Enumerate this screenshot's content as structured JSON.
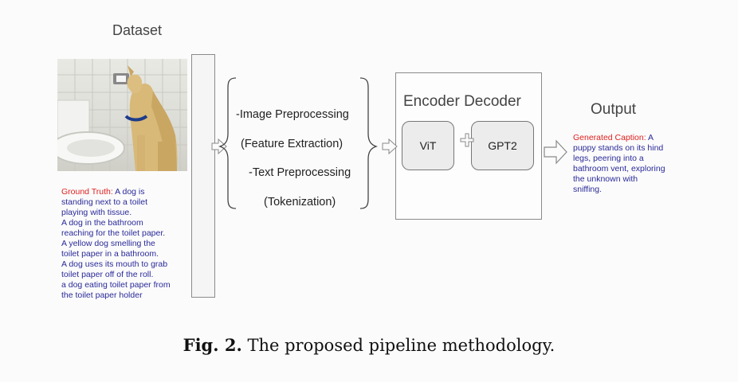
{
  "dataset": {
    "title": "Dataset",
    "ground_truth_label": "Ground Truth:",
    "ground_truth_lines": [
      "A dog is",
      "standing next to a toilet",
      "playing with tissue.",
      "A dog in the bathroom",
      "reaching for the toilet paper.",
      "A yellow dog smelling the",
      "toilet paper in a bathroom.",
      "A dog uses its mouth to grab",
      "toilet paper off of the roll.",
      "a dog eating toilet paper from",
      "the toilet paper holder"
    ]
  },
  "preprocessing": {
    "items": [
      "-Image Preprocessing",
      "(Feature Extraction)",
      "-Text Preprocessing",
      "(Tokenization)"
    ]
  },
  "model": {
    "encoder_label": "Encoder",
    "decoder_label": "Decoder",
    "encoder_block": "ViT",
    "decoder_block": "GPT2"
  },
  "output": {
    "title": "Output",
    "generated_label": "Generated Caption:",
    "generated_lines": [
      "A",
      "puppy stands on its hind",
      "legs, peering into a",
      "bathroom vent, exploring",
      "the unknown with",
      "sniffing."
    ]
  },
  "caption": {
    "prefix": "Fig. 2.",
    "text": "The proposed pipeline methodology."
  },
  "colors": {
    "label_red": "#e02020",
    "text_blue": "#2a2a9a"
  }
}
